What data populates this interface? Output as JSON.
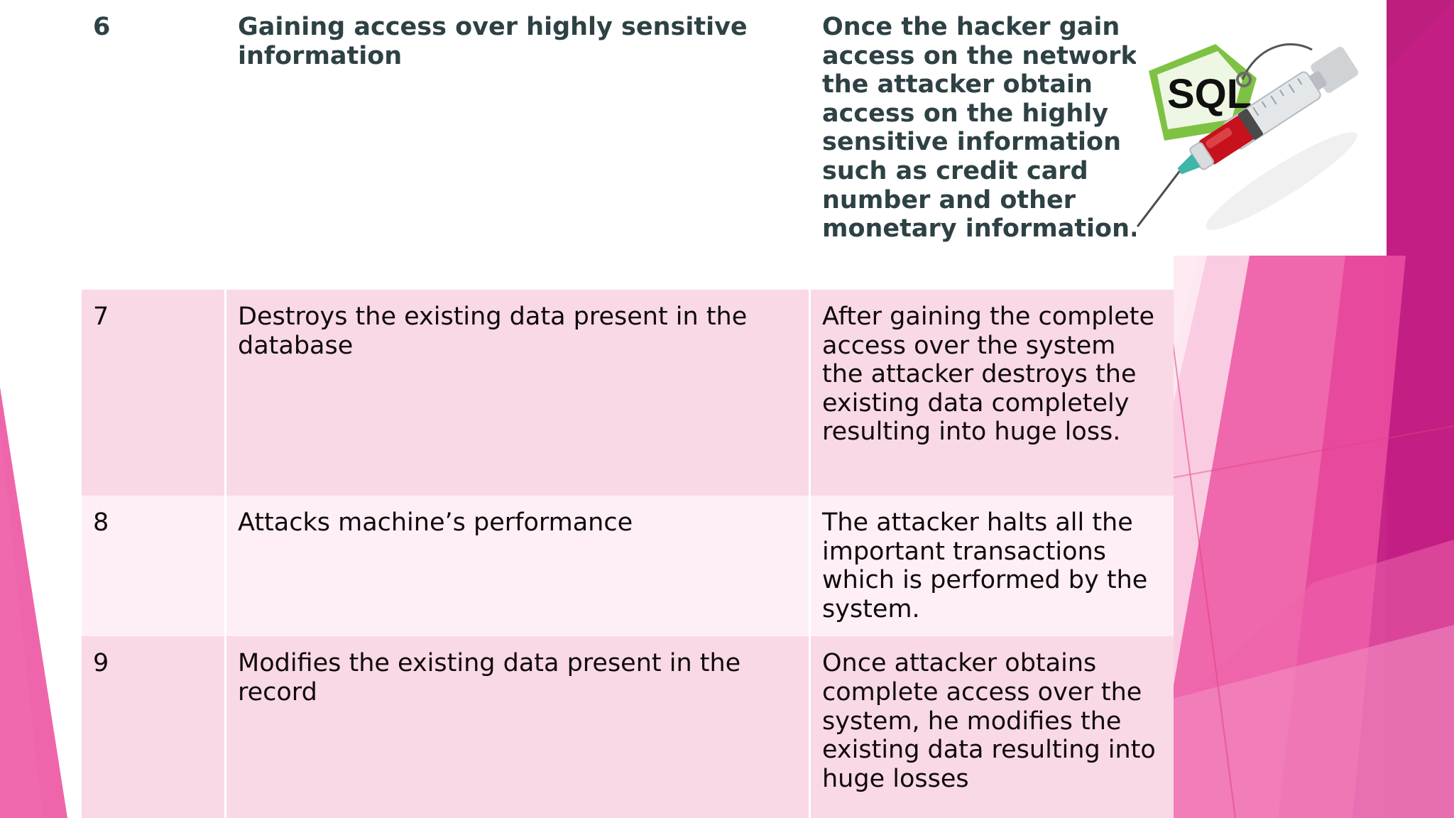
{
  "slide": {
    "background_color": "#ffffff",
    "accent_colors": {
      "deep_magenta": "#bd1f7f",
      "magenta": "#e8459a",
      "hot_pink": "#f06bb0",
      "mid_pink": "#f49ac8",
      "light_pink": "#f9c8de",
      "pale_pink": "#fdeef5"
    }
  },
  "table": {
    "columns": [
      "number",
      "impact",
      "description"
    ],
    "rows": [
      {
        "number": "6",
        "title": "Gaining access over highly sensitive information",
        "description": "Once the hacker gain access on the network, the attacker obtain access on the highly sensitive information such as credit card number and other monetary information.",
        "band": "white",
        "text_color": "#2e4144",
        "bold": true
      },
      {
        "number": "7",
        "title": "Destroys the existing data present in the database",
        "description": "After gaining the complete access over the system the attacker destroys the existing data completely resulting into huge loss.",
        "band": "pink",
        "text_color": "#100a0c",
        "bold": false
      },
      {
        "number": "8",
        "title": "Attacks machine’s performance",
        "description": "The attacker halts all the important transactions which is performed by the system.",
        "band": "pale-pink",
        "text_color": "#100a0c",
        "bold": false
      },
      {
        "number": "9",
        "title": "Modifies the existing data present in the record",
        "description": "Once attacker obtains complete access over the system, he modifies the existing data resulting into huge losses",
        "band": "pink",
        "text_color": "#100a0c",
        "bold": false
      }
    ]
  },
  "illustration": {
    "name": "sql-injection-syringe-image",
    "tag_label": "SQL",
    "tag_color": "#7dc242",
    "syringe_liquid_color": "#c5121c",
    "needle_hub_color": "#3fb6a8",
    "alt": "Green SQL tag attached by a wire to a syringe filled with red liquid"
  }
}
